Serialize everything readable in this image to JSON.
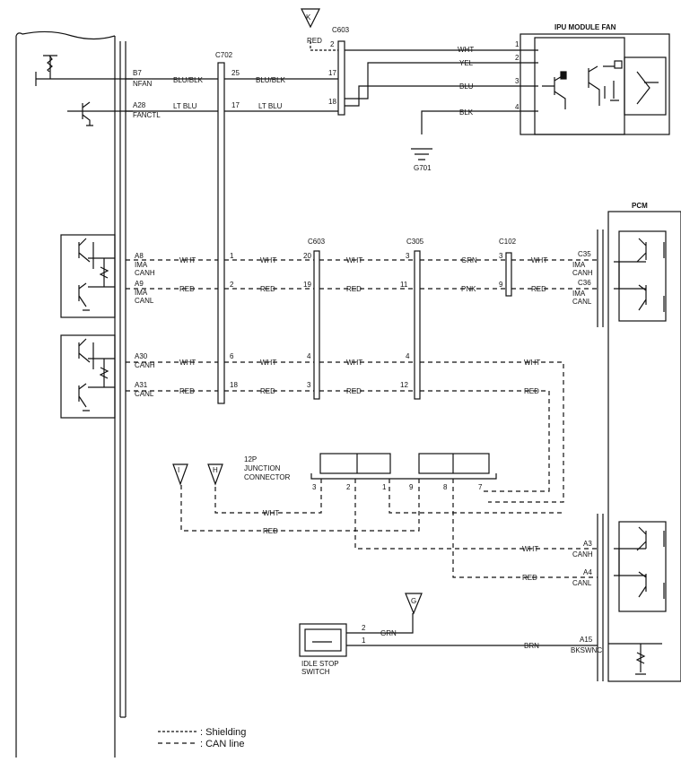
{
  "connectors": {
    "c603_top": "C603",
    "c702": "C702",
    "c603_mid": "C603",
    "c305": "C305",
    "c102": "C102"
  },
  "ipu_fan": {
    "title": "IPU MODULE FAN",
    "pins": [
      "1",
      "2",
      "3",
      "4"
    ]
  },
  "pcm": {
    "title": "PCM"
  },
  "ground": {
    "label": "G701"
  },
  "refs": {
    "k": "K",
    "i": "I",
    "h": "H",
    "g": "G"
  },
  "ecu_pins": {
    "b7": "B7",
    "nfan": "NFAN",
    "a28": "A28",
    "fanctl": "FANCTL",
    "a8": "A8",
    "a8_name": [
      "IMA",
      "CANH"
    ],
    "a9": "A9",
    "a9_name": [
      "IMA",
      "CANL"
    ],
    "a30": "A30",
    "a30_name": "CANH",
    "a31": "A31",
    "a31_name": "CANL"
  },
  "pcm_pins": {
    "c35": "C35",
    "c35_name": [
      "IMA",
      "CANH"
    ],
    "c36": "C36",
    "c36_name": [
      "IMA",
      "CANL"
    ],
    "a3": "A3",
    "a3_name": "CANH",
    "a4": "A4",
    "a4_name": "CANL",
    "a15": "A15",
    "a15_name": "BKSWNC"
  },
  "wires": {
    "blu_blk": "BLU/BLK",
    "lt_blu": "LT BLU",
    "red": "RED",
    "wht": "WHT",
    "yel": "YEL",
    "blu": "BLU",
    "blk": "BLK",
    "grn": "GRN",
    "pnk": "PNK",
    "brn": "BRN"
  },
  "pins": {
    "p25": "25",
    "p17": "17",
    "p2": "2",
    "p18": "18",
    "p1": "1",
    "p6": "6",
    "p20": "20",
    "p19": "19",
    "p4": "4",
    "p3": "3",
    "p11": "11",
    "p12": "12",
    "p9": "9",
    "p8": "8",
    "p7": "7"
  },
  "junction": {
    "line1": "12P",
    "line2": "JUNCTION",
    "line3": "CONNECTOR"
  },
  "idle_switch": {
    "line1": "IDLE STOP",
    "line2": "SWITCH"
  },
  "legend": {
    "shielding": ": Shielding",
    "can_line": ": CAN line"
  }
}
